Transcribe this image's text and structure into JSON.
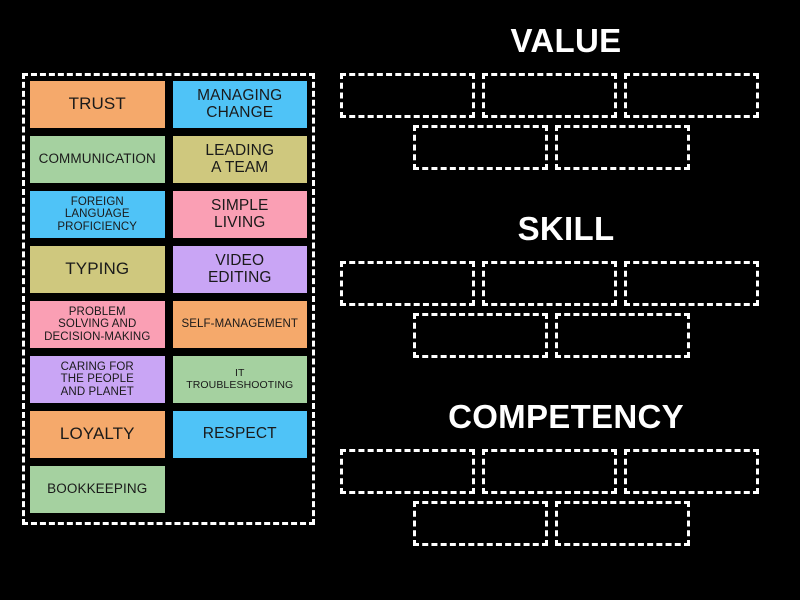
{
  "app": {
    "background_color": "#000000",
    "accent_color": "#ffffff"
  },
  "tile_bank": {
    "name": "draggable-tiles",
    "border_color": "#ffffff",
    "tiles": [
      {
        "label": "TRUST",
        "color": "#F5A96B",
        "size": "fs-xl"
      },
      {
        "label": "MANAGING\nCHANGE",
        "color": "#4FC3F7",
        "size": "fs-lg"
      },
      {
        "label": "COMMUNICATION",
        "color": "#A5D1A0",
        "size": "fs-md"
      },
      {
        "label": "LEADING\nA TEAM",
        "color": "#CFC87E",
        "size": "fs-lg"
      },
      {
        "label": "FOREIGN\nLANGUAGE\nPROFICIENCY",
        "color": "#4FC3F7",
        "size": "fs-sm"
      },
      {
        "label": "SIMPLE\nLIVING",
        "color": "#FA9FB4",
        "size": "fs-lg"
      },
      {
        "label": "TYPING",
        "color": "#CFC87E",
        "size": "fs-xl"
      },
      {
        "label": "VIDEO\nEDITING",
        "color": "#C9A5F5",
        "size": "fs-lg"
      },
      {
        "label": "PROBLEM\nSOLVING AND\nDECISION-MAKING",
        "color": "#FA9FB4",
        "size": "fs-sm"
      },
      {
        "label": "SELF-MANAGEMENT",
        "color": "#F5A96B",
        "size": "fs-sm"
      },
      {
        "label": "CARING FOR\nTHE PEOPLE\nAND PLANET",
        "color": "#C9A5F5",
        "size": "fs-sm"
      },
      {
        "label": "IT\nTROUBLESHOOTING",
        "color": "#A5D1A0",
        "size": "fs-xs"
      },
      {
        "label": "LOYALTY",
        "color": "#F5A96B",
        "size": "fs-xl"
      },
      {
        "label": "RESPECT",
        "color": "#4FC3F7",
        "size": "fs-lg"
      },
      {
        "label": "BOOKKEEPING",
        "color": "#A5D1A0",
        "size": "fs-md"
      }
    ]
  },
  "groups": [
    {
      "title": "VALUE",
      "rows": [
        [
          {
            "content": ""
          },
          {
            "content": ""
          },
          {
            "content": ""
          }
        ],
        [
          {
            "content": ""
          },
          {
            "content": ""
          }
        ]
      ]
    },
    {
      "title": "SKILL",
      "rows": [
        [
          {
            "content": ""
          },
          {
            "content": ""
          },
          {
            "content": ""
          }
        ],
        [
          {
            "content": ""
          },
          {
            "content": ""
          }
        ]
      ]
    },
    {
      "title": "COMPETENCY",
      "rows": [
        [
          {
            "content": ""
          },
          {
            "content": ""
          },
          {
            "content": ""
          }
        ],
        [
          {
            "content": ""
          },
          {
            "content": ""
          }
        ]
      ]
    }
  ]
}
